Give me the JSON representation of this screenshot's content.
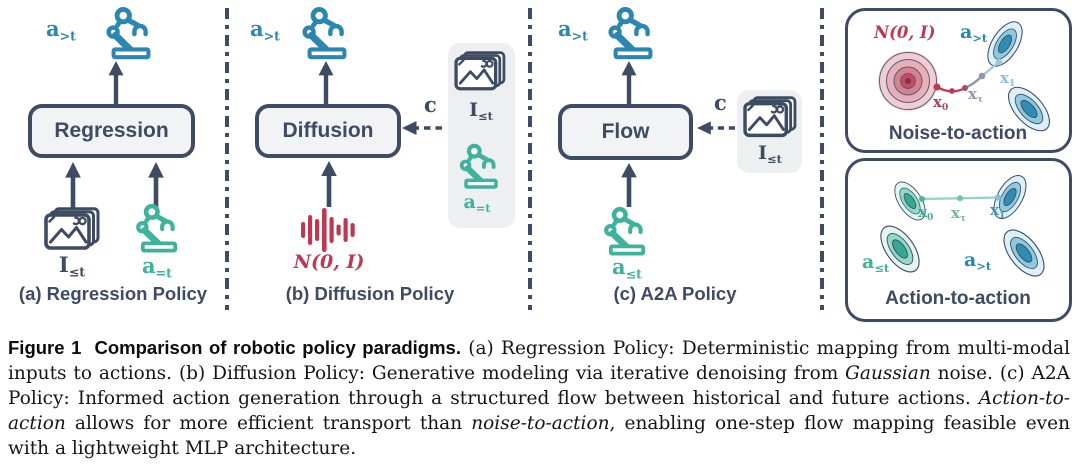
{
  "colors": {
    "navy": "#3d4b63",
    "blue": "#2c87b0",
    "green": "#3eb29c",
    "red": "#bd3853",
    "box_fill": "#f1f3f5",
    "side_box_fill": "#edeff1",
    "traj_gray": "#8d99a8",
    "traj_light_blue": "#9fc8dc",
    "action_line_teal": "#8fd4c8"
  },
  "icons": [
    "robot-arm-icon",
    "image-stack-icon",
    "noise-waveform-icon",
    "gaussian-distribution-icon",
    "arrow-up-icon",
    "dashed-arrow-left-icon",
    "blue-action-distribution-icon",
    "green-action-distribution-icon"
  ],
  "labels": {
    "a_gt": {
      "base": "a",
      "sub": ">t"
    },
    "a_eqt": {
      "base": "a",
      "sub": "=t"
    },
    "a_let": {
      "base": "a",
      "sub": "≤t"
    },
    "I_let": {
      "base": "I",
      "sub": "≤t"
    },
    "x0": {
      "base": "x",
      "sub": "0"
    },
    "xtau": {
      "base": "x",
      "sub": "τ"
    },
    "x1": {
      "base": "x",
      "sub": "1"
    },
    "c": "c",
    "noise": "N(0, I)"
  },
  "panels": {
    "a": {
      "box_label": "Regression",
      "caption": "(a) Regression Policy"
    },
    "b": {
      "box_label": "Diffusion",
      "caption": "(b) Diffusion Policy"
    },
    "c": {
      "box_label": "Flow",
      "caption": "(c) A2A Policy"
    }
  },
  "right_panels": {
    "noise_to_action": {
      "caption": "Noise-to-action"
    },
    "action_to_action": {
      "caption": "Action-to-action"
    }
  },
  "figure_caption": {
    "segments": [
      {
        "style": "bold-sans",
        "text": "Figure 1"
      },
      {
        "style": "bold-sans",
        "text": "  Comparison of robotic policy paradigms."
      },
      {
        "style": "serif",
        "text": " (a) Regression Policy: Deterministic mapping from multi-modal inputs to actions. (b) Diffusion Policy: Generative modeling via iterative denoising from "
      },
      {
        "style": "serif-italic",
        "text": "Gaussian"
      },
      {
        "style": "serif",
        "text": " noise. (c) A2A Policy: Informed action generation through a structured flow between historical and future actions. "
      },
      {
        "style": "serif-italic",
        "text": "Action-to-action"
      },
      {
        "style": "serif",
        "text": " allows for more efficient transport than "
      },
      {
        "style": "serif-italic",
        "text": "noise-to-action"
      },
      {
        "style": "serif",
        "text": ", enabling one-step flow mapping feasible even with a lightweight MLP architecture."
      }
    ]
  }
}
